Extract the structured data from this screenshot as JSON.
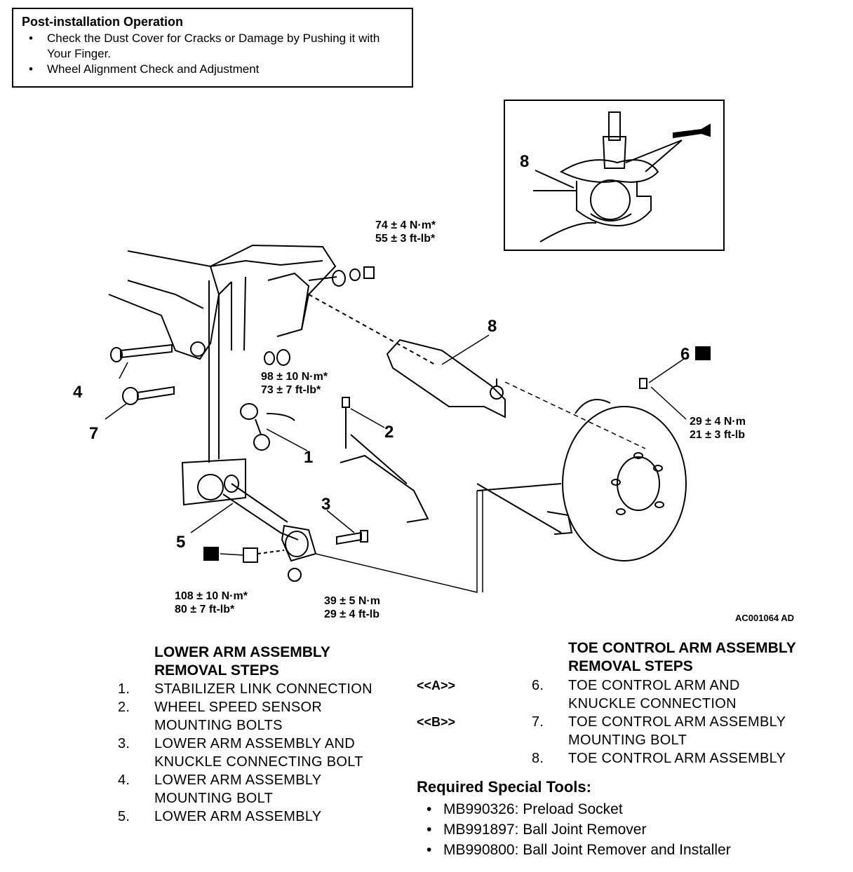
{
  "post_install": {
    "title": "Post-installation Operation",
    "items": [
      "Check the Dust Cover for Cracks or Damage by Pushing it with Your Finger.",
      "Wheel Alignment Check and Adjustment"
    ]
  },
  "callouts": {
    "c1": "1",
    "c2": "2",
    "c3": "3",
    "c4": "4",
    "c5": "5",
    "c6": "6",
    "c7": "7",
    "c8": "8",
    "c8_inset": "8"
  },
  "badges": {
    "n_badge": "N"
  },
  "torques": {
    "t1_nm": "74 ± 4 N·m*",
    "t1_ft": "55 ± 3 ft-lb*",
    "t2_nm": "98 ± 10 N·m*",
    "t2_ft": "73 ± 7 ft-lb*",
    "t3_nm": "29 ± 4 N·m",
    "t3_ft": "21 ± 3 ft-lb",
    "t4_nm": "108 ± 10 N·m*",
    "t4_ft": "80 ± 7 ft-lb*",
    "t5_nm": "39 ± 5 N·m",
    "t5_ft": "29 ± 4 ft-lb"
  },
  "figure_code": "AC001064 AD",
  "lower_arm": {
    "title_line1": "LOWER ARM ASSEMBLY",
    "title_line2": "REMOVAL STEPS",
    "steps": [
      {
        "num": "1.",
        "line1": "STABILIZER LINK CONNECTION",
        "line2": ""
      },
      {
        "num": "2.",
        "line1": "WHEEL SPEED SENSOR",
        "line2": "MOUNTING BOLTS"
      },
      {
        "num": "3.",
        "line1": "LOWER ARM ASSEMBLY AND",
        "line2": "KNUCKLE CONNECTING BOLT"
      },
      {
        "num": "4.",
        "line1": "LOWER ARM ASSEMBLY",
        "line2": "MOUNTING BOLT"
      },
      {
        "num": "5.",
        "line1": "LOWER ARM ASSEMBLY",
        "line2": ""
      }
    ]
  },
  "toe_control": {
    "title_line1": "TOE CONTROL ARM ASSEMBLY",
    "title_line2": "REMOVAL STEPS",
    "tag_a": "<<A>>",
    "tag_b": "<<B>>",
    "steps": [
      {
        "num": "6.",
        "line1": "TOE CONTROL ARM AND",
        "line2": "KNUCKLE CONNECTION"
      },
      {
        "num": "7.",
        "line1": "TOE CONTROL ARM ASSEMBLY",
        "line2": "MOUNTING BOLT"
      },
      {
        "num": "8.",
        "line1": "TOE CONTROL ARM ASSEMBLY",
        "line2": ""
      }
    ]
  },
  "tools": {
    "title": "Required Special Tools:",
    "items": [
      "MB990326: Preload Socket",
      "MB991897: Ball Joint Remover",
      "MB990800: Ball Joint Remover and Installer"
    ]
  }
}
